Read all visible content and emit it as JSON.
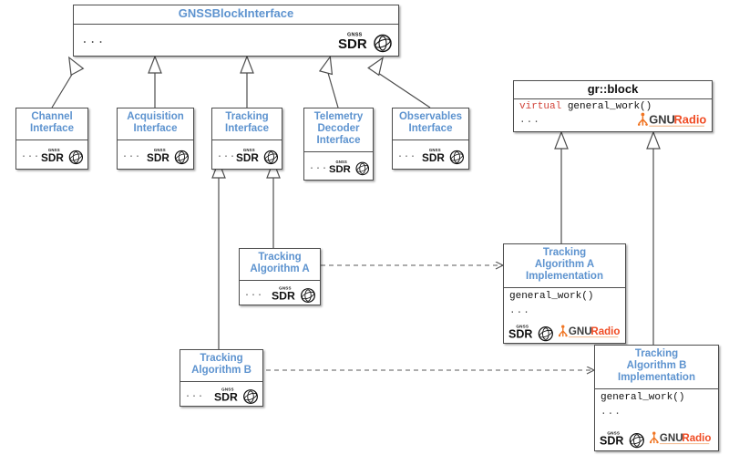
{
  "diagram": {
    "title": "GNSS-SDR block interface class diagram",
    "background": "#ffffff",
    "accent_blue": "#5d93cf",
    "keyword_red": "#d2453b",
    "gnuradio_orange": "#f07523",
    "border": "#4d4d4d",
    "ellipsis": "..."
  },
  "nodes": {
    "gnss_block_interface": {
      "title": "GNSSBlockInterface",
      "members": "...",
      "logos": [
        "gnss-sdr-logo"
      ]
    },
    "channel_interface": {
      "title": "Channel Interface",
      "title_lines": [
        "Channel",
        "Interface"
      ],
      "members": "...",
      "logos": [
        "gnss-sdr-logo"
      ]
    },
    "acquisition_interface": {
      "title": "Acquisition Interface",
      "title_lines": [
        "Acquisition",
        "Interface"
      ],
      "members": "...",
      "logos": [
        "gnss-sdr-logo"
      ]
    },
    "tracking_interface": {
      "title": "Tracking Interface",
      "title_lines": [
        "Tracking",
        "Interface"
      ],
      "members": "...",
      "logos": [
        "gnss-sdr-logo"
      ]
    },
    "telemetry_decoder_interface": {
      "title": "Telemetry Decoder Interface",
      "title_lines": [
        "Telemetry",
        "Decoder",
        "Interface"
      ],
      "members": "...",
      "logos": [
        "gnss-sdr-logo"
      ]
    },
    "observables_interface": {
      "title": "Observables Interface",
      "title_lines": [
        "Observables",
        "Interface"
      ],
      "members": "...",
      "logos": [
        "gnss-sdr-logo"
      ]
    },
    "gr_block": {
      "title": "gr::block",
      "member_keyword": "virtual",
      "member_signature": "general_work()",
      "members": "...",
      "logos": [
        "gnuradio-logo"
      ]
    },
    "tracking_algorithm_a": {
      "title": "Tracking Algorithm A",
      "title_lines": [
        "Tracking",
        "Algorithm A"
      ],
      "members": "...",
      "logos": [
        "gnss-sdr-logo"
      ]
    },
    "tracking_algorithm_b": {
      "title": "Tracking Algorithm B",
      "title_lines": [
        "Tracking",
        "Algorithm B"
      ],
      "members": "...",
      "logos": [
        "gnss-sdr-logo"
      ]
    },
    "tracking_algorithm_a_impl": {
      "title": "Tracking Algorithm A Implementation",
      "title_lines": [
        "Tracking",
        "Algorithm A",
        "Implementation"
      ],
      "member_signature": "general_work()",
      "members": "...",
      "logos": [
        "gnss-sdr-logo",
        "gnuradio-logo"
      ]
    },
    "tracking_algorithm_b_impl": {
      "title": "Tracking Algorithm B Implementation",
      "title_lines": [
        "Tracking",
        "Algorithm B",
        "Implementation"
      ],
      "member_signature": "general_work()",
      "members": "...",
      "logos": [
        "gnss-sdr-logo",
        "gnuradio-logo"
      ]
    }
  },
  "logos": {
    "gnss_sdr": {
      "top_text": "GNSS",
      "main_text": "SDR"
    },
    "gnu_radio": {
      "text_dark": "GNU",
      "text_accent": "Radio"
    }
  },
  "edges": [
    {
      "kind": "generalization",
      "from": "channel_interface",
      "to": "gnss_block_interface"
    },
    {
      "kind": "generalization",
      "from": "acquisition_interface",
      "to": "gnss_block_interface"
    },
    {
      "kind": "generalization",
      "from": "tracking_interface",
      "to": "gnss_block_interface"
    },
    {
      "kind": "generalization",
      "from": "telemetry_decoder_interface",
      "to": "gnss_block_interface"
    },
    {
      "kind": "generalization",
      "from": "observables_interface",
      "to": "gnss_block_interface"
    },
    {
      "kind": "generalization",
      "from": "tracking_algorithm_a",
      "to": "tracking_interface"
    },
    {
      "kind": "generalization",
      "from": "tracking_algorithm_b",
      "to": "tracking_interface"
    },
    {
      "kind": "generalization",
      "from": "tracking_algorithm_a_impl",
      "to": "gr_block"
    },
    {
      "kind": "generalization",
      "from": "tracking_algorithm_b_impl",
      "to": "gr_block"
    },
    {
      "kind": "dependency",
      "from": "tracking_algorithm_a",
      "to": "tracking_algorithm_a_impl"
    },
    {
      "kind": "dependency",
      "from": "tracking_algorithm_b",
      "to": "tracking_algorithm_b_impl"
    }
  ]
}
